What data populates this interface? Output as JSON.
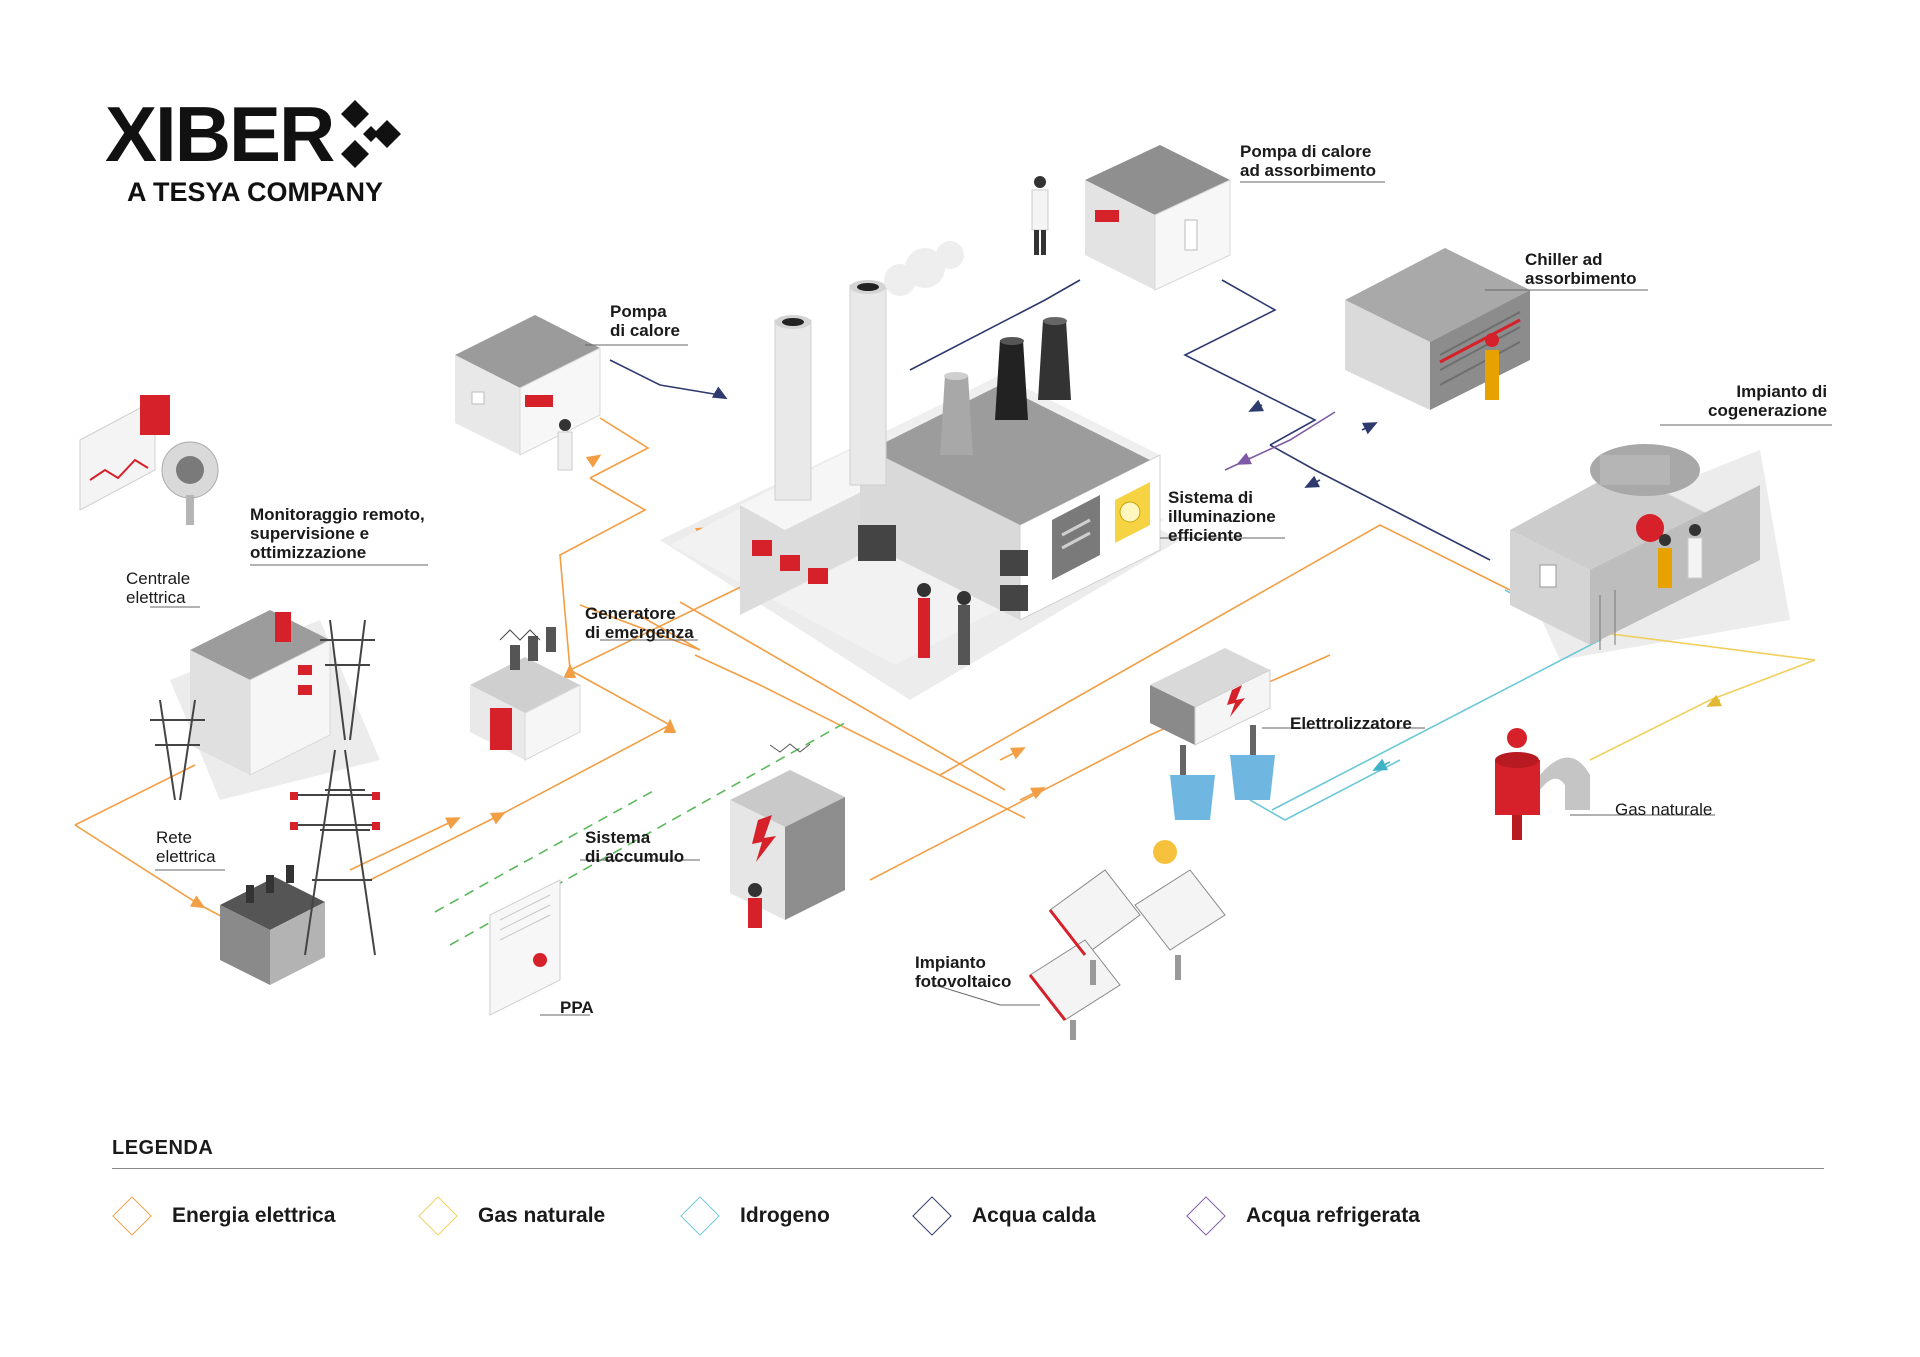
{
  "brand": {
    "name": "XIBER",
    "tagline": "A TESYA COMPANY"
  },
  "colors": {
    "energia": "#f29e45",
    "gas": "#f1cf5e",
    "idrogeno": "#6cc8d8",
    "calda": "#2e3a6e",
    "refrigerata": "#7e5aa6",
    "ppa": "#5cb85c",
    "accent_red": "#d6202a"
  },
  "labels": {
    "pompa_assorbimento_1": "Pompa di calore",
    "pompa_assorbimento_2": "ad assorbimento",
    "chiller_1": "Chiller ad",
    "chiller_2": "assorbimento",
    "pompa_1": "Pompa",
    "pompa_2": "di calore",
    "cogen_1": "Impianto di",
    "cogen_2": "cogenerazione",
    "monitor_1": "Monitoraggio remoto,",
    "monitor_2": "supervisione e",
    "monitor_3": "ottimizzazione",
    "centrale_1": "Centrale",
    "centrale_2": "elettrica",
    "illum_1": "Sistema di",
    "illum_2": "illuminazione",
    "illum_3": "efficiente",
    "generatore_1": "Generatore",
    "generatore_2": "di emergenza",
    "elettrolizzatore": "Elettrolizzatore",
    "rete_1": "Rete",
    "rete_2": "elettrica",
    "accumulo_1": "Sistema",
    "accumulo_2": "di accumulo",
    "gas_naturale": "Gas naturale",
    "fotovoltaico_1": "Impianto",
    "fotovoltaico_2": "fotovoltaico",
    "ppa": "PPA"
  },
  "legend": {
    "title": "LEGENDA",
    "items": [
      {
        "label": "Energia elettrica",
        "icon": "diamond-energia"
      },
      {
        "label": "Gas naturale",
        "icon": "diamond-gas"
      },
      {
        "label": "Idrogeno",
        "icon": "diamond-idrogeno"
      },
      {
        "label": "Acqua calda",
        "icon": "diamond-calda"
      },
      {
        "label": "Acqua refrigerata",
        "icon": "diamond-refrigerata"
      }
    ]
  }
}
